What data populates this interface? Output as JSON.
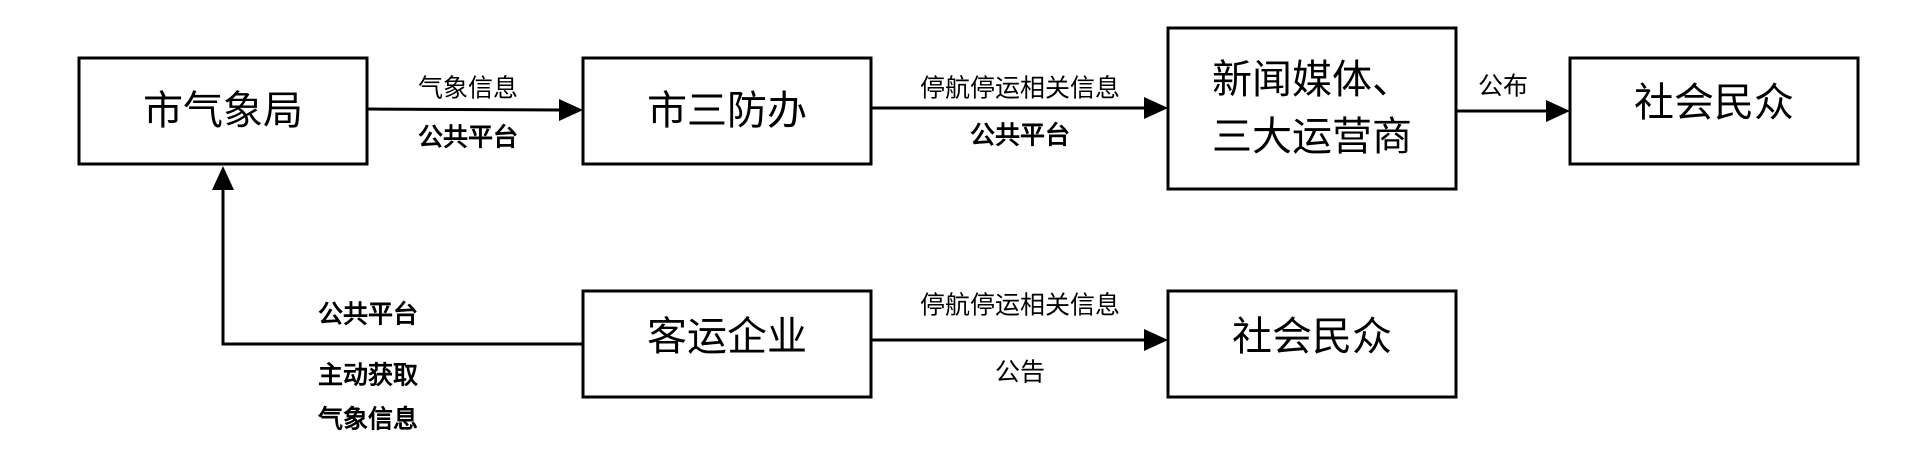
{
  "boxes": {
    "weather_bureau": "市气象局",
    "three_defense_office": "市三防办",
    "media_line1": "新闻媒体、",
    "media_line2": "三大运营商",
    "public_top": "社会民众",
    "passenger_transport": "客运企业",
    "public_bottom": "社会民众"
  },
  "labels": {
    "weather_info": "气象信息",
    "public_platform_1": "公共平台",
    "suspension_info_1": "停航停运相关信息",
    "public_platform_2": "公共平台",
    "publish": "公布",
    "public_platform_3": "公共平台",
    "active_fetch_line1": "主动获取",
    "active_fetch_line2": "气象信息",
    "suspension_info_2": "停航停运相关信息",
    "announcement": "公告"
  }
}
